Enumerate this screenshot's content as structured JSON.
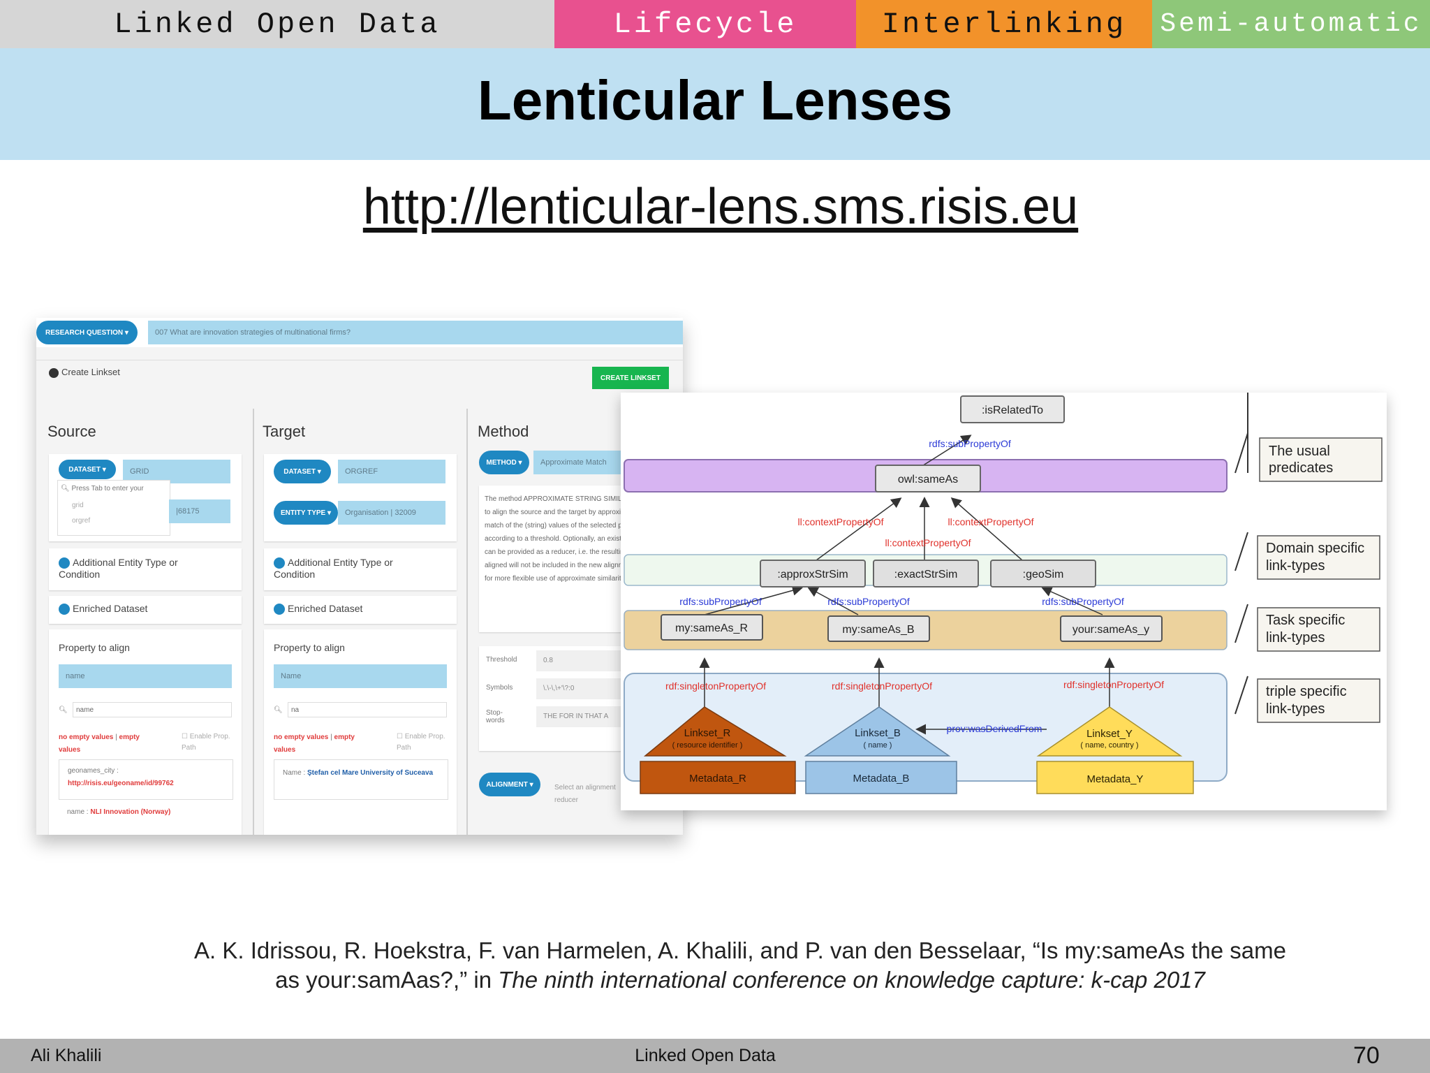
{
  "nav": {
    "tab_lod": "Linked Open Data",
    "tab_lifecycle": "Lifecycle",
    "tab_interlinking": "Interlinking",
    "tab_semi": "Semi-automatic"
  },
  "slide": {
    "title": "Lenticular Lenses",
    "url": "http://lenticular-lens.sms.risis.eu"
  },
  "app": {
    "research_question_btn": "RESEARCH QUESTION ▾",
    "research_question": "007 What are innovation strategies of multinational firms?",
    "create_linkset_label": "Create Linkset",
    "create_linkset_btn": "CREATE LINKSET",
    "source": {
      "heading": "Source",
      "dataset_btn": "DATASET ▾",
      "dataset_value": "GRID",
      "search_placeholder": "Press Tab to enter your",
      "options": [
        "grid",
        "orgref"
      ],
      "entity_count": "68175",
      "additional": "Additional Entity Type or Condition",
      "enriched": "Enriched Dataset",
      "property_label": "Property to align",
      "property_value": "name",
      "search_value": "name",
      "empty_note_a": "no empty values",
      "empty_note_b": "empty values",
      "enable_prop": "Enable Prop. Path",
      "sample_key": "geonames_city :",
      "sample_val": "http://risis.eu/geoname/id/99762",
      "sample_name_key": "name :",
      "sample_name_val": "NLI Innovation (Norway)"
    },
    "target": {
      "heading": "Target",
      "dataset_btn": "DATASET ▾",
      "dataset_value": "ORGREF",
      "entity_btn": "ENTITY TYPE ▾",
      "entity_value": "Organisation | 32009",
      "additional": "Additional Entity Type or Condition",
      "enriched": "Enriched Dataset",
      "property_label": "Property to align",
      "property_value": "Name",
      "search_value": "na",
      "empty_note_a": "no empty values",
      "empty_note_b": "empty values",
      "enable_prop": "Enable Prop. Path",
      "sample_key": "Name :",
      "sample_val": "Ştefan cel Mare University of Suceava"
    },
    "method": {
      "heading": "Method",
      "method_btn": "METHOD ▾",
      "method_value": "Approximate Match",
      "desc": "The method APPROXIMATE STRING SIMILARITY is used to align the source and the target by approximating the match of the (string) values of the selected properties according to a threshold. Optionally, an existing alignment can be provided as a reducer, i.e. the resulting already aligned will not be included in the new alignment. It allows for more flexible use of approximate similarity.",
      "threshold_label": "Threshold",
      "threshold_value": "0.8",
      "symbols_label": "Symbols",
      "symbols_value": "\\.\\-\\,\\+'\\?:0",
      "stopwords_label": "Stop-words",
      "stopwords_value": "THE FOR IN THAT A",
      "alignment_btn": "ALIGNMENT ▾",
      "alignment_hint": "Select an alignment reducer"
    }
  },
  "diagram": {
    "top_node": ":isRelatedTo",
    "sub_prop": "rdfs:subPropertyOf",
    "sameas": "owl:sameAs",
    "context_prop": "ll:contextPropertyOf",
    "approx": ":approxStrSim",
    "exact": ":exactStrSim",
    "geo": ":geoSim",
    "my_r": "my:sameAs_R",
    "my_b": "my:sameAs_B",
    "your_y": "your:sameAs_y",
    "singleton": "rdf:singletonPropertyOf",
    "linkset_r": "Linkset_R",
    "linkset_r_sub": "( resource identifier )",
    "linkset_b": "Linkset_B",
    "linkset_b_sub": "( name )",
    "linkset_y": "Linkset_Y",
    "linkset_y_sub": "( name, country )",
    "derived": "prov:wasDerivedFrom",
    "meta_r": "Metadata_R",
    "meta_b": "Metadata_B",
    "meta_y": "Metadata_Y",
    "legend": [
      "The usual predicates",
      "Domain specific link-types",
      "Task specific link-types",
      "triple specific link-types"
    ],
    "colors": {
      "purple": "#d7b4f2",
      "green": "#eef8ee",
      "tan": "#ecd29d",
      "blue": "#e3eef9",
      "orange": "#c0560f",
      "lightblue": "#9cc4e7",
      "yellow": "#ffdc5a"
    }
  },
  "citation": {
    "line1": "A. K. Idrissou, R. Hoekstra, F. van Harmelen, A. Khalili, and P. van den Besselaar, “Is my:sameAs the same",
    "line2_plain": "as your:samAas?,” in ",
    "line2_italic": "The ninth international conference on knowledge capture: k-cap 2017"
  },
  "footer": {
    "author": "Ali Khalili",
    "center": "Linked Open Data",
    "page": "70"
  }
}
